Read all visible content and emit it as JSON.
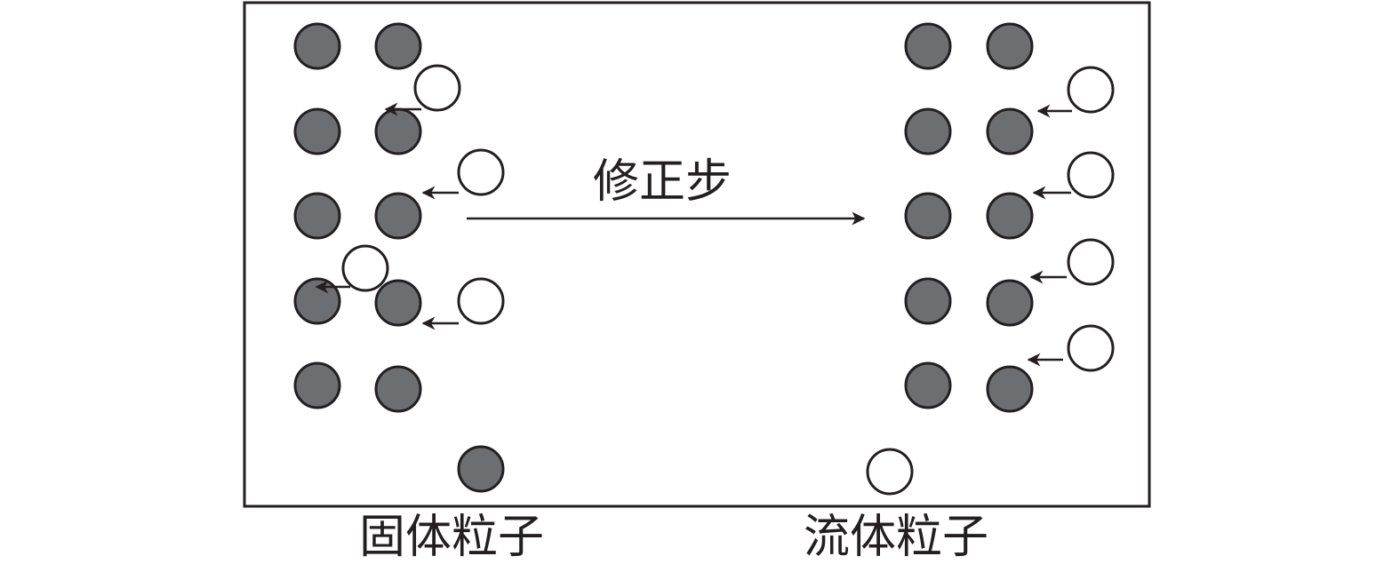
{
  "diagram": {
    "step_label": "修正步",
    "legend": {
      "solid_label": "固体粒子",
      "fluid_label": "流体粒子"
    },
    "colors": {
      "solid_fill": "#6d6e71",
      "fluid_fill": "#ffffff",
      "stroke": "#231f20",
      "background": "#ffffff"
    }
  }
}
